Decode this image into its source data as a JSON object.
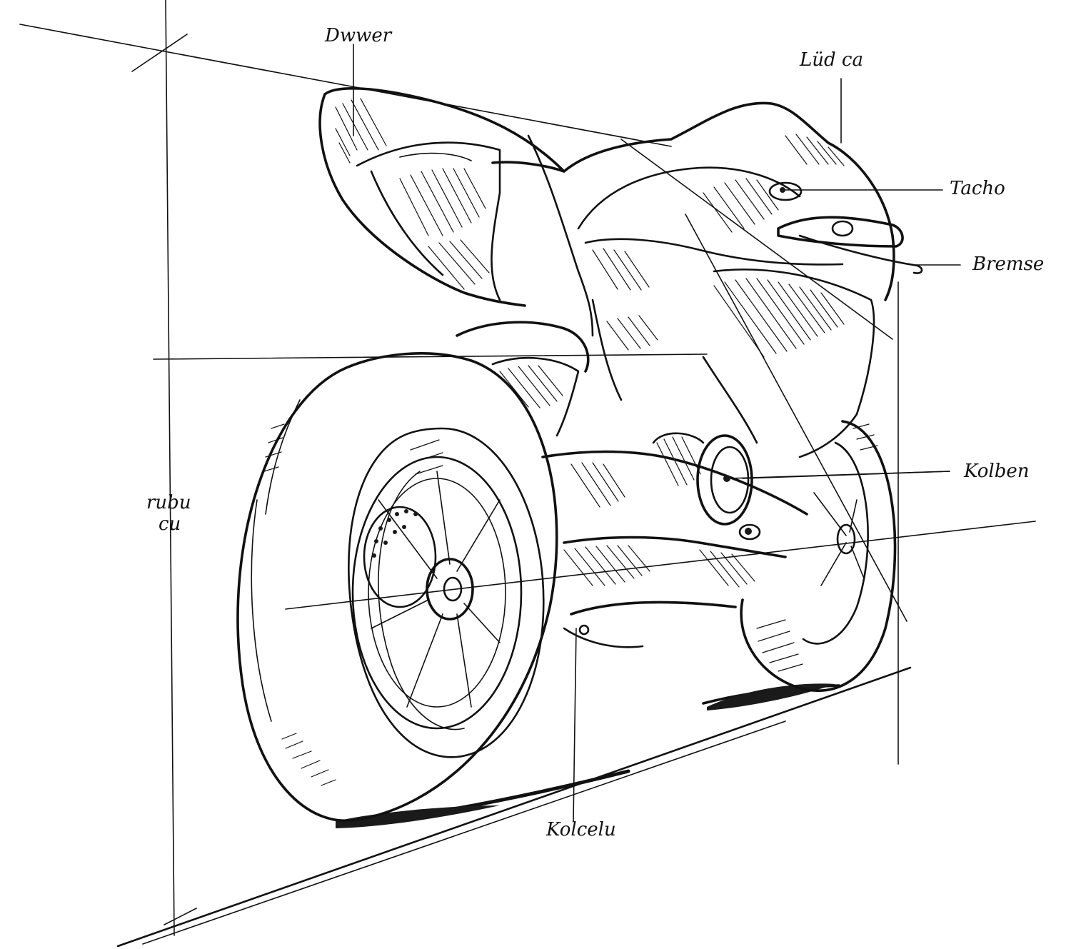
{
  "labels": [
    {
      "key": "top_left",
      "text": "Dwwer"
    },
    {
      "key": "top_right",
      "text": "Lüd ca"
    },
    {
      "key": "tacho",
      "text": "Tacho"
    },
    {
      "key": "brake",
      "text": "Bremse"
    },
    {
      "key": "kolben",
      "text": "Kolben"
    },
    {
      "key": "left_line1",
      "text": "rubu"
    },
    {
      "key": "left_line2",
      "text": "cu"
    },
    {
      "key": "bottom",
      "text": "Kolcelu"
    }
  ],
  "colors": {
    "ink": "#111111",
    "paper": "#ffffff"
  }
}
